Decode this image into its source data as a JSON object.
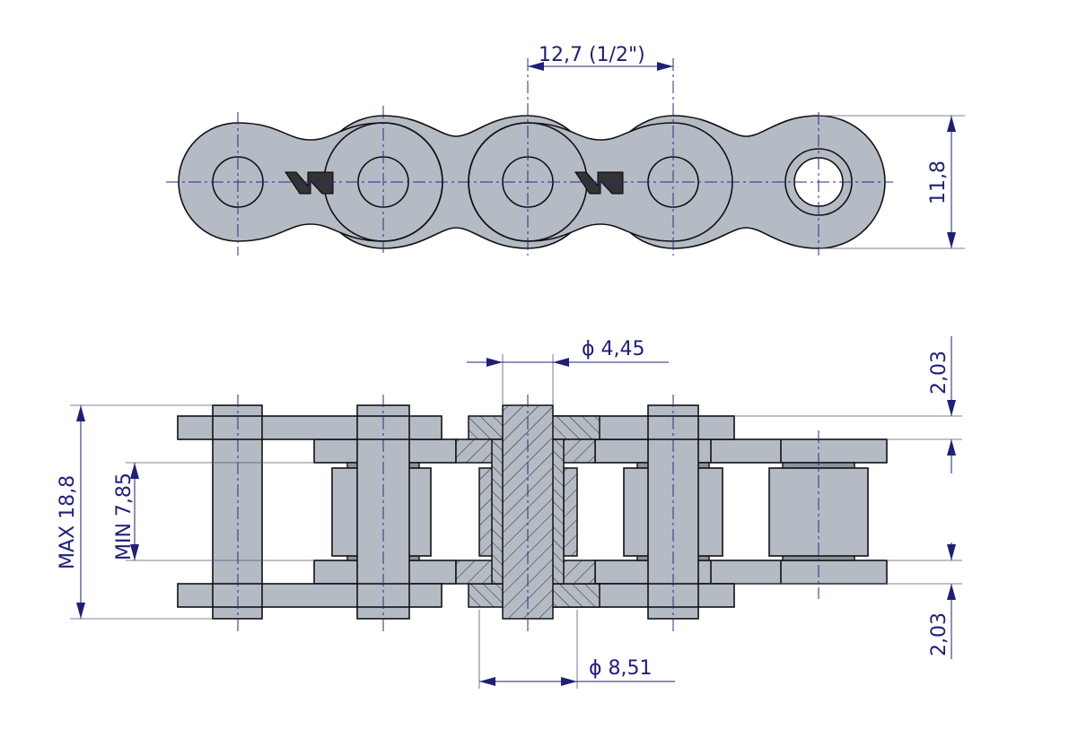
{
  "top_view": {
    "pitch_label": "12,7  (1/2\")",
    "plate_height_label": "11,8",
    "logo": "W"
  },
  "side_view": {
    "pin_diameter_label": "ϕ  4,45",
    "roller_diameter_label": "ϕ  8,51",
    "max_width_label": "MAX 18,8",
    "min_inner_width_label": "MIN 7,85",
    "plate_thickness_top_label": "2,03",
    "plate_thickness_bottom_label": "2,03"
  },
  "colors": {
    "dimension": "#1f1f7a",
    "steel": "#b5bbc4"
  }
}
